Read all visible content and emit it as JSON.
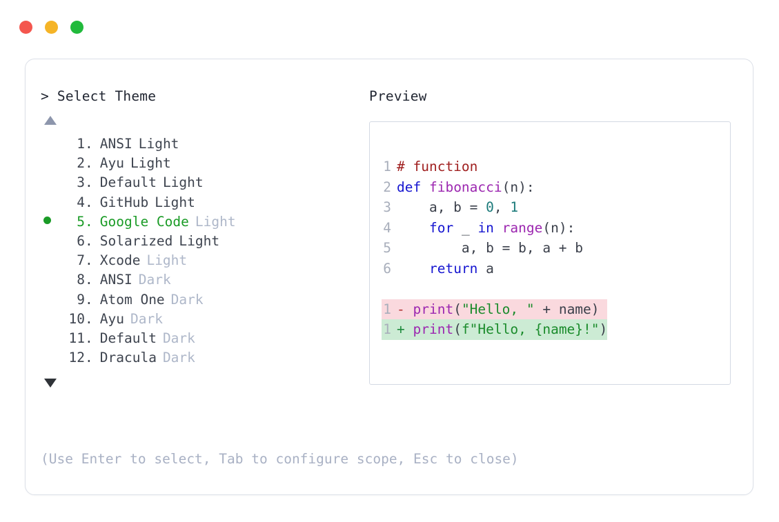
{
  "window": {
    "controls": [
      {
        "name": "close",
        "color": "#F4564E"
      },
      {
        "name": "minimize",
        "color": "#F5B427"
      },
      {
        "name": "maximize",
        "color": "#21BA3C"
      }
    ]
  },
  "left_panel": {
    "prompt_marker": ">",
    "heading": "Select Theme",
    "scroll_up_indicator": "▲",
    "scroll_down_indicator": "▼",
    "selected_index": 5,
    "selected_bullet": "●",
    "index_separator": ".",
    "items": [
      {
        "index": "1",
        "name": "ANSI",
        "variant": "Light",
        "variant_muted": false,
        "selected": false
      },
      {
        "index": "2",
        "name": "Ayu",
        "variant": "Light",
        "variant_muted": false,
        "selected": false
      },
      {
        "index": "3",
        "name": "Default",
        "variant": "Light",
        "variant_muted": false,
        "selected": false
      },
      {
        "index": "4",
        "name": "GitHub",
        "variant": "Light",
        "variant_muted": false,
        "selected": false
      },
      {
        "index": "5",
        "name": "Google Code",
        "variant": "Light",
        "variant_muted": true,
        "selected": true
      },
      {
        "index": "6",
        "name": "Solarized",
        "variant": "Light",
        "variant_muted": false,
        "selected": false
      },
      {
        "index": "7",
        "name": "Xcode",
        "variant": "Light",
        "variant_muted": true,
        "selected": false
      },
      {
        "index": "8",
        "name": "ANSI",
        "variant": "Dark",
        "variant_muted": true,
        "selected": false
      },
      {
        "index": "9",
        "name": "Atom One",
        "variant": "Dark",
        "variant_muted": true,
        "selected": false
      },
      {
        "index": "10",
        "name": "Ayu",
        "variant": "Dark",
        "variant_muted": true,
        "selected": false
      },
      {
        "index": "11",
        "name": "Default",
        "variant": "Dark",
        "variant_muted": true,
        "selected": false
      },
      {
        "index": "12",
        "name": "Dracula",
        "variant": "Dark",
        "variant_muted": true,
        "selected": false
      }
    ]
  },
  "right_panel": {
    "heading": "Preview",
    "code": {
      "lines": [
        {
          "number": "1",
          "tokens": [
            {
              "text": "# function",
              "type": "comment"
            }
          ]
        },
        {
          "number": "2",
          "tokens": [
            {
              "text": "def ",
              "type": "keyword"
            },
            {
              "text": "fibonacci",
              "type": "fn"
            },
            {
              "text": "(n):",
              "type": "punct"
            }
          ]
        },
        {
          "number": "3",
          "tokens": [
            {
              "text": "    a, b = ",
              "type": "plain"
            },
            {
              "text": "0",
              "type": "num"
            },
            {
              "text": ", ",
              "type": "plain"
            },
            {
              "text": "1",
              "type": "num"
            }
          ]
        },
        {
          "number": "4",
          "tokens": [
            {
              "text": "    ",
              "type": "plain"
            },
            {
              "text": "for",
              "type": "keyword"
            },
            {
              "text": " _ ",
              "type": "plain"
            },
            {
              "text": "in",
              "type": "keyword"
            },
            {
              "text": " ",
              "type": "plain"
            },
            {
              "text": "range",
              "type": "builtin"
            },
            {
              "text": "(n):",
              "type": "punct"
            }
          ]
        },
        {
          "number": "5",
          "tokens": [
            {
              "text": "        a, b = b, a + b",
              "type": "plain"
            }
          ]
        },
        {
          "number": "6",
          "tokens": [
            {
              "text": "    ",
              "type": "plain"
            },
            {
              "text": "return",
              "type": "keyword"
            },
            {
              "text": " a",
              "type": "plain"
            }
          ]
        }
      ],
      "diff": [
        {
          "number": "1",
          "kind": "removed",
          "marker": "-",
          "tokens": [
            {
              "text": "print",
              "type": "builtin"
            },
            {
              "text": "(",
              "type": "punct"
            },
            {
              "text": "\"Hello, \"",
              "type": "str"
            },
            {
              "text": " + name)",
              "type": "plain"
            }
          ]
        },
        {
          "number": "1",
          "kind": "added",
          "marker": "+",
          "tokens": [
            {
              "text": "print",
              "type": "builtin"
            },
            {
              "text": "(",
              "type": "punct"
            },
            {
              "text": "f\"Hello, {name}!\"",
              "type": "str"
            },
            {
              "text": ")",
              "type": "punct"
            }
          ]
        }
      ]
    }
  },
  "footer": {
    "hint": "(Use Enter to select, Tab to configure scope, Esc to close)"
  },
  "colors": {
    "accent_green": "#1A9B26",
    "muted_text": "#AEB7C9",
    "body_text": "#3E444F",
    "diff_removed_bg": "#FAD9DE",
    "diff_added_bg": "#CCEBD4",
    "card_border": "#DCE0E8",
    "preview_border": "#D3D9E3"
  }
}
